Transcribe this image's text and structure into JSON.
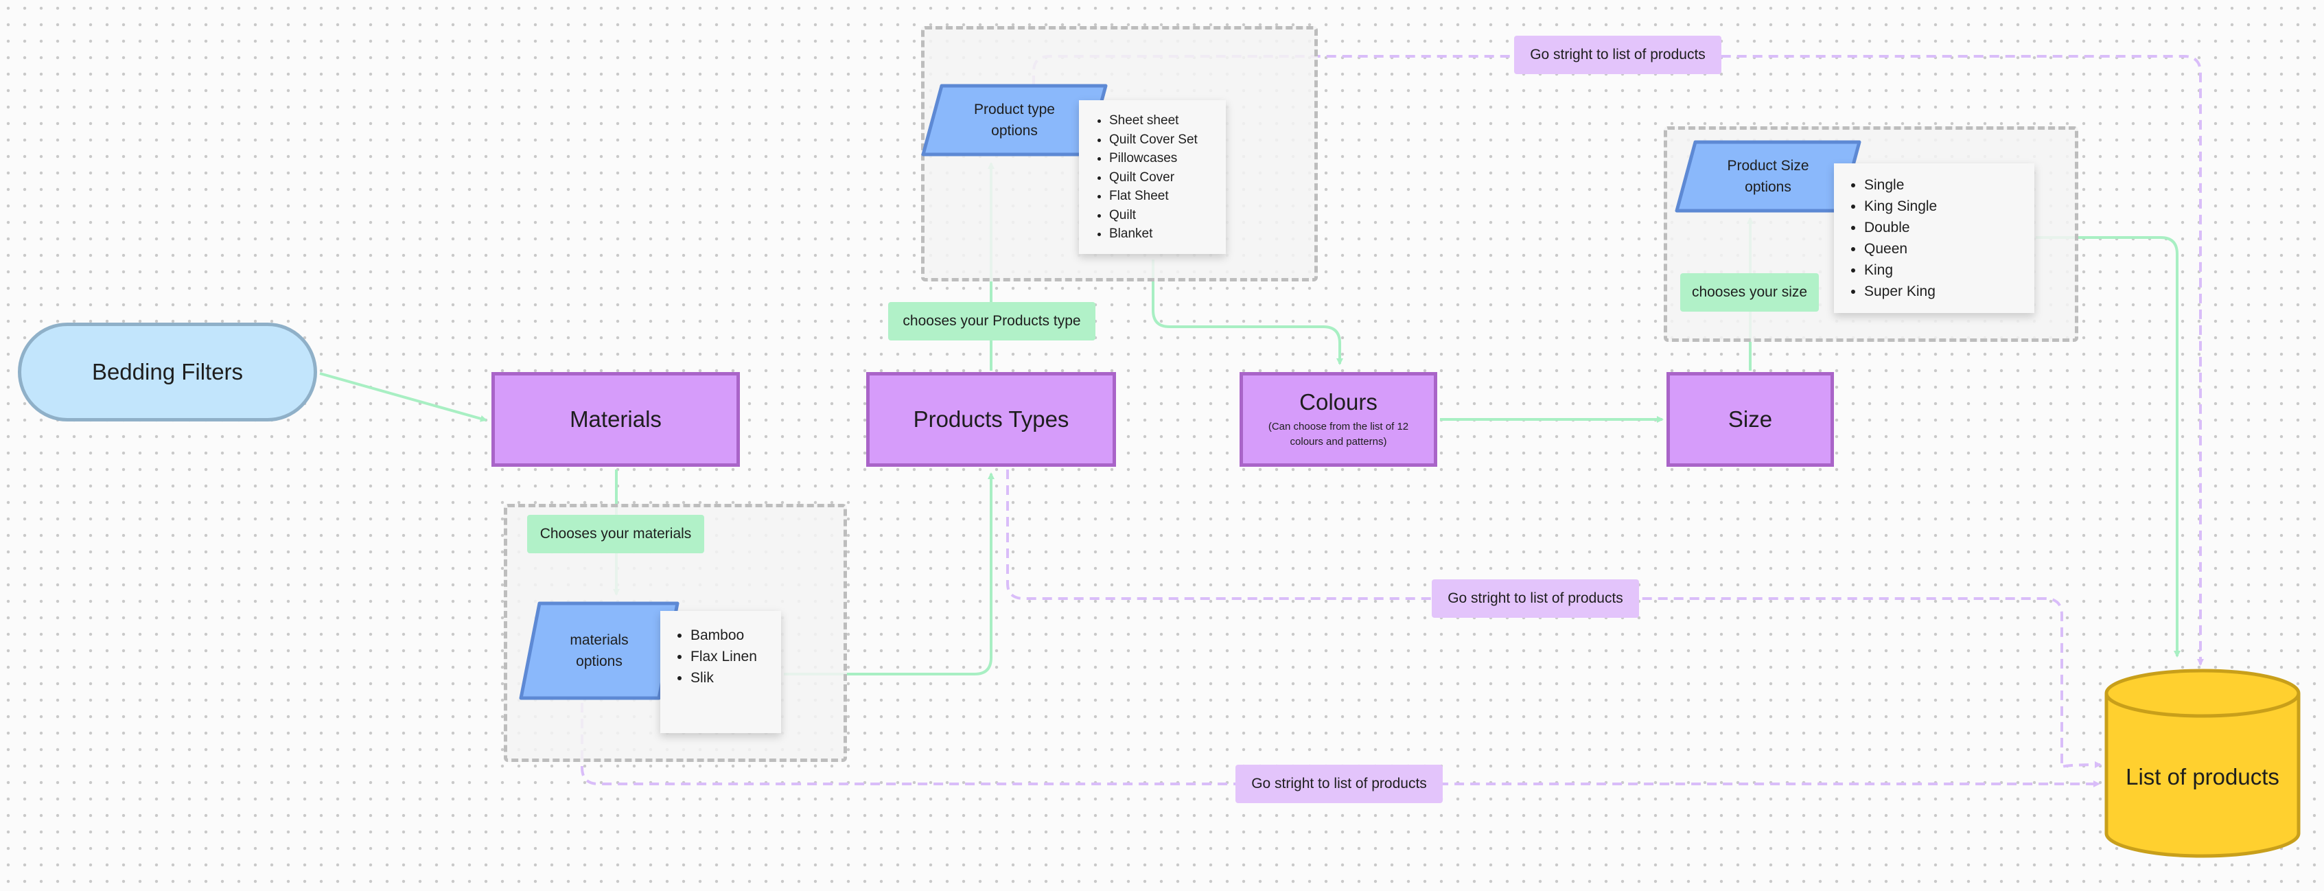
{
  "start": {
    "label": "Bedding Filters"
  },
  "steps": {
    "materials": "Materials",
    "products_types": "Products Types",
    "colours": "Colours",
    "colours_note": "(Can choose from the list of 12 colours and patterns)",
    "size": "Size"
  },
  "options": {
    "materials": {
      "label": "materials options",
      "items": [
        "Bamboo",
        "Flax Linen",
        "Slik"
      ]
    },
    "product_type": {
      "label": "Product type options",
      "items": [
        "Sheet sheet",
        "Quilt Cover Set",
        "Pillowcases",
        "Quilt Cover",
        "Flat Sheet",
        "Quilt",
        "Blanket"
      ]
    },
    "product_size": {
      "label": "Product Size options",
      "items": [
        "Single",
        "King Single",
        "Double",
        "Queen",
        "King",
        "Super King"
      ]
    }
  },
  "connector_labels": {
    "chooses_materials": "Chooses your materials",
    "chooses_products_type": "chooses your Products type",
    "chooses_size": "chooses your size",
    "go_straight_top": "Go stright to list of products",
    "go_straight_middle": "Go stright to list of products",
    "go_straight_bottom": "Go stright to list of products"
  },
  "end": {
    "label": "List of products"
  },
  "colors": {
    "terminator_fill": "#c2e5fc",
    "step_fill": "#d69cfa",
    "parallelogram_fill": "#8ab8fb",
    "database_fill": "#ffd02f",
    "green_connector": "#a8efc3",
    "purple_connector": "#d9bdf9"
  }
}
